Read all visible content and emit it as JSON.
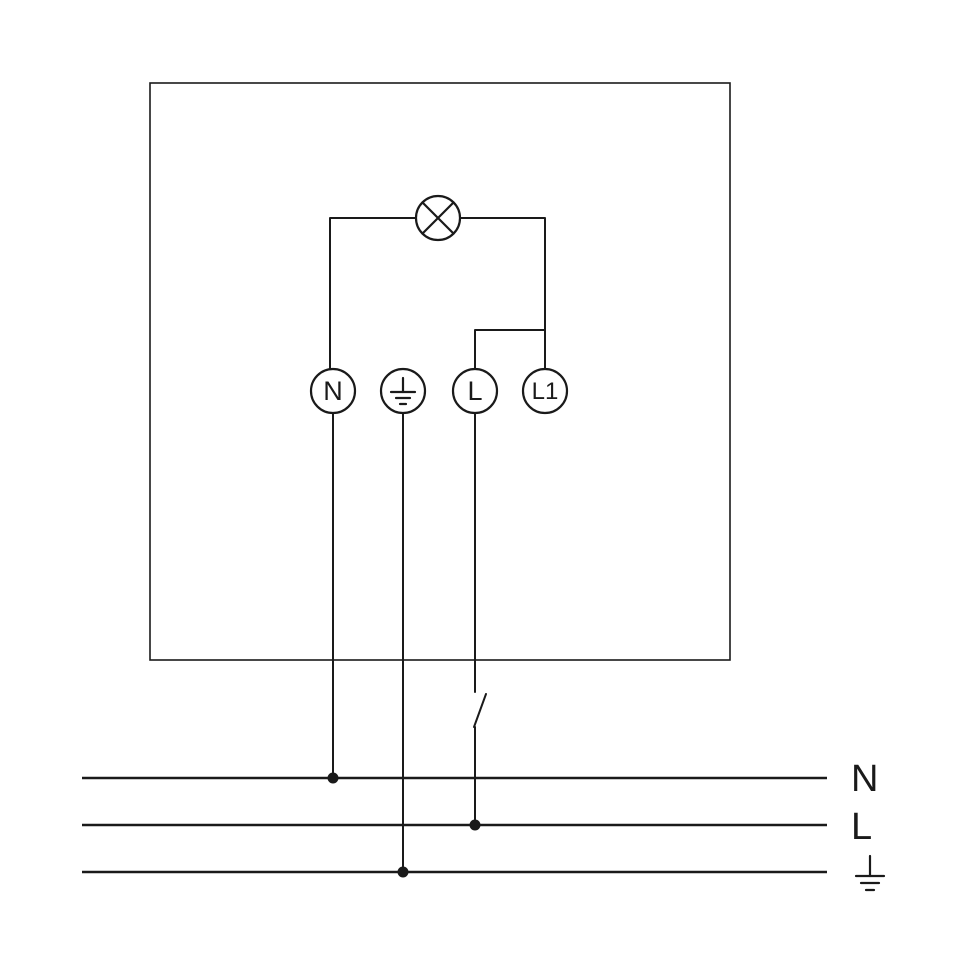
{
  "diagram": {
    "type": "electrical-wiring-schematic",
    "colors": {
      "stroke": "#1a1a1a",
      "background": "#ffffff"
    },
    "terminals": {
      "n_label": "N",
      "l_label": "L",
      "l1_label": "L1"
    },
    "buses": {
      "neutral_label": "N",
      "line_label": "L"
    },
    "icons": [
      "lamp-icon",
      "earth-icon",
      "switch-icon",
      "ground-icon"
    ]
  }
}
